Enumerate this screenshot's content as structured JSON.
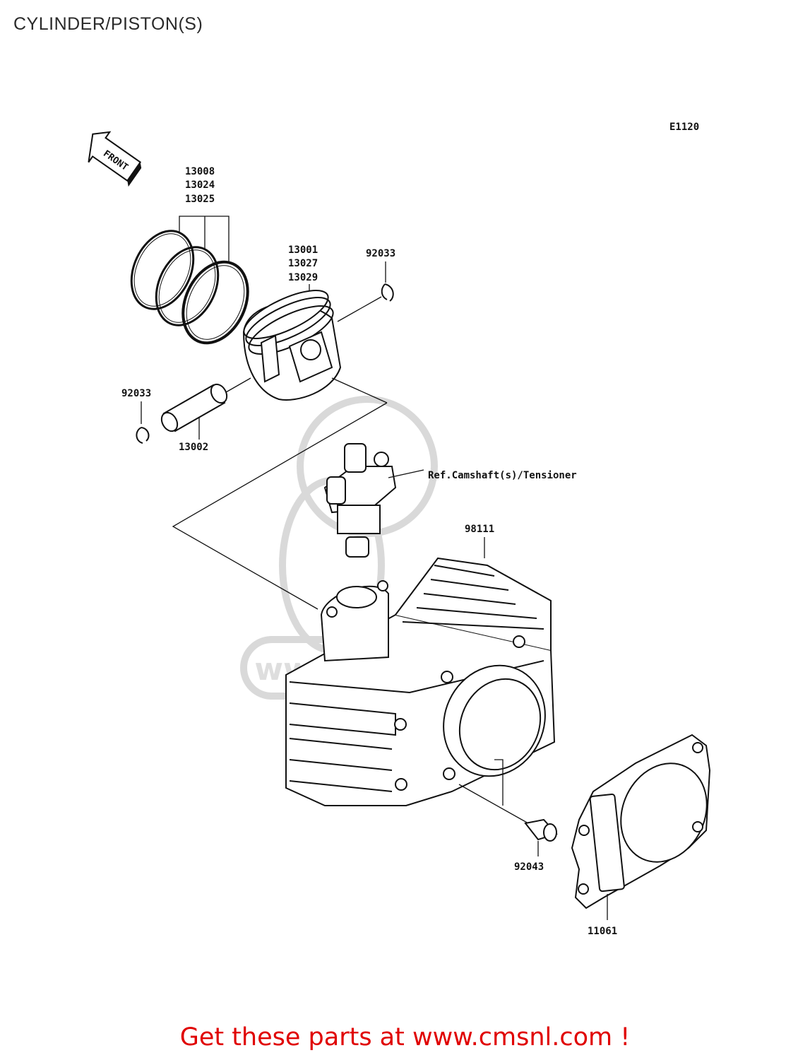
{
  "title": "CYLINDER/PISTON(S)",
  "diagram_code": "E1120",
  "front_label": "FRONT",
  "parts": {
    "rings": [
      "13008",
      "13024",
      "13025"
    ],
    "piston": [
      "13001",
      "13027",
      "13029"
    ],
    "clip_right": "92033",
    "clip_left": "92033",
    "piston_pin": "13002",
    "tensioner_ref": "Ref.Camshaft(s)/Tensioner",
    "cylinder": "98111",
    "dowel": "92043",
    "gasket": "11061"
  },
  "watermark_text": "www.cmsnl.com",
  "footer": "Get these parts at www.cmsnl.com !"
}
